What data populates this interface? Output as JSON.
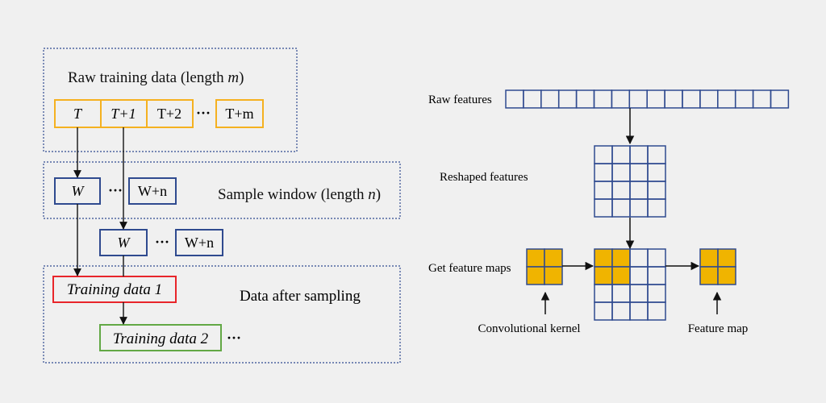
{
  "left": {
    "raw_region": {
      "title_prefix": "Raw training data (length ",
      "title_var": "m",
      "title_suffix": ")",
      "cells": [
        "T",
        "T+1",
        "T+2"
      ],
      "ellipsis": "···",
      "last_cell": "T+m"
    },
    "window_region": {
      "label_prefix": "Sample window (length ",
      "label_var": "n",
      "label_suffix": ")",
      "window1": {
        "start": "W",
        "ellipsis": "···",
        "end": "W+n"
      },
      "window2": {
        "start": "W",
        "ellipsis": "···",
        "end": "W+n"
      }
    },
    "sampling_region": {
      "label": "Data after sampling",
      "training1": "Training data 1",
      "training2": "Training data 2",
      "ellipsis": "···"
    }
  },
  "right": {
    "raw_features_label": "Raw features",
    "raw_features_count": 16,
    "reshaped_label": "Reshaped features",
    "reshaped_grid": [
      4,
      4
    ],
    "feature_maps_label": "Get feature maps",
    "kernel_label": "Convolutional kernel",
    "kernel_grid": [
      2,
      2
    ],
    "feature_map_label": "Feature map"
  },
  "colors": {
    "background": "#f0f0f0",
    "blue": "#2f4a8f",
    "orange": "#f5b120",
    "red": "#e8252a",
    "green": "#62a845",
    "gold": "#f0b400",
    "region_border": "#2f4a8f",
    "text": "#111111"
  }
}
